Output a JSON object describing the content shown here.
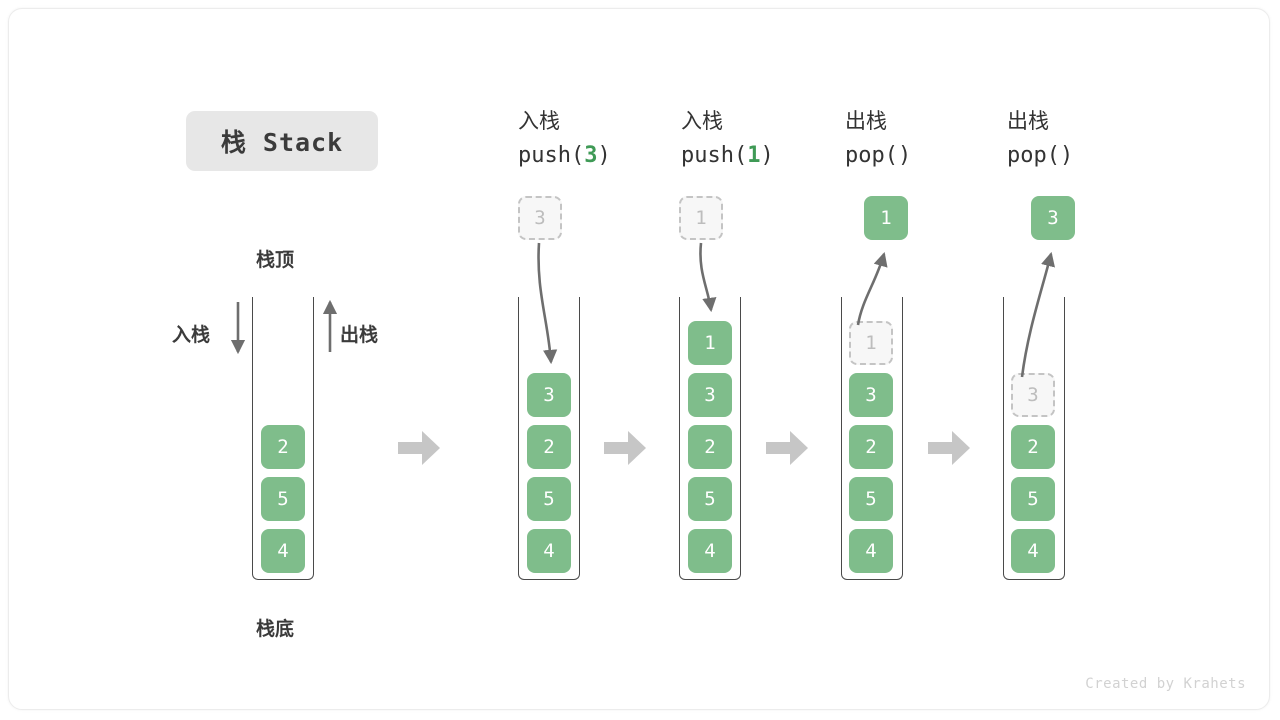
{
  "title": {
    "text": "栈 Stack"
  },
  "labels": {
    "top": "栈顶",
    "bottom": "栈底",
    "push": "入栈",
    "pop": "出栈"
  },
  "watermark": "Created by Krahets",
  "colors": {
    "element_green": "#7fbd8b",
    "accent_green": "#3f9a56",
    "ghost_fill": "#f7f7f7",
    "ghost_border": "#c4c4c4",
    "container_stroke": "#4a4a4a",
    "arrow_gray": "#6e6e6e",
    "separator_gray": "#c6c6c6",
    "title_bg": "#e7e7e7",
    "text_dark": "#333333"
  },
  "columns": [
    {
      "id": "initial",
      "header_cn": "",
      "header_code_prefix": "",
      "header_code_value": "",
      "header_code_suffix": "",
      "stack": [
        "2",
        "5",
        "4"
      ],
      "ghost": null,
      "floating": null,
      "operation": "initial"
    },
    {
      "id": "push-3",
      "header_cn": "入栈",
      "header_code_prefix": "push(",
      "header_code_value": "3",
      "header_code_suffix": ")",
      "stack": [
        "3",
        "2",
        "5",
        "4"
      ],
      "ghost": {
        "value": "3",
        "position": "above"
      },
      "floating": null,
      "operation": "push"
    },
    {
      "id": "push-1",
      "header_cn": "入栈",
      "header_code_prefix": "push(",
      "header_code_value": "1",
      "header_code_suffix": ")",
      "stack": [
        "1",
        "3",
        "2",
        "5",
        "4"
      ],
      "ghost": {
        "value": "1",
        "position": "above"
      },
      "floating": null,
      "operation": "push"
    },
    {
      "id": "pop-1",
      "header_cn": "出栈",
      "header_code_prefix": "pop(",
      "header_code_value": "",
      "header_code_suffix": ")",
      "stack": [
        "3",
        "2",
        "5",
        "4"
      ],
      "ghost": {
        "value": "1",
        "position": "in-stack-top"
      },
      "floating": {
        "value": "1"
      },
      "operation": "pop"
    },
    {
      "id": "pop-3",
      "header_cn": "出栈",
      "header_code_prefix": "pop(",
      "header_code_value": "",
      "header_code_suffix": ")",
      "stack": [
        "2",
        "5",
        "4"
      ],
      "ghost": {
        "value": "3",
        "position": "in-stack-top"
      },
      "floating": {
        "value": "3"
      },
      "operation": "pop"
    }
  ],
  "cells": {
    "c0_2": "2",
    "c0_5": "5",
    "c0_4": "4",
    "c1_ghost": "3",
    "c1_3": "3",
    "c1_2": "2",
    "c1_5": "5",
    "c1_4": "4",
    "c2_ghost": "1",
    "c2_1": "1",
    "c2_3": "3",
    "c2_2": "2",
    "c2_5": "5",
    "c2_4": "4",
    "c3_float": "1",
    "c3_ghost": "1",
    "c3_3": "3",
    "c3_2": "2",
    "c3_5": "5",
    "c3_4": "4",
    "c4_float": "3",
    "c4_ghost": "3",
    "c4_2": "2",
    "c4_5": "5",
    "c4_4": "4"
  }
}
